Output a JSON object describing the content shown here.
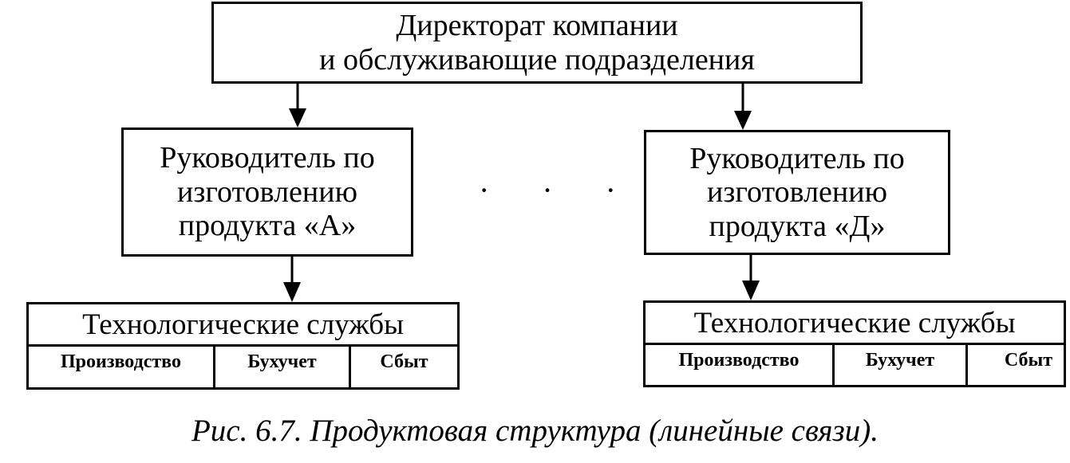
{
  "top": {
    "line1": "Директорат компании",
    "line2": "и обслуживающие подразделения"
  },
  "managers": [
    {
      "line1": "Руководитель по",
      "line2": "изготовлению",
      "line3": "продукта «А»"
    },
    {
      "line1": "Руководитель по",
      "line2": "изготовлению",
      "line3": "продукта «Д»"
    }
  ],
  "ellipsis": "· · ·",
  "services": [
    {
      "title": "Технологические службы",
      "cells": [
        "Производство",
        "Бухучет",
        "Сбыт"
      ]
    },
    {
      "title": "Технологические службы",
      "cells": [
        "Производство",
        "Бухучет",
        "Сбыт"
      ]
    }
  ],
  "caption": "Рис. 6.7. Продуктовая структура (линейные связи)."
}
